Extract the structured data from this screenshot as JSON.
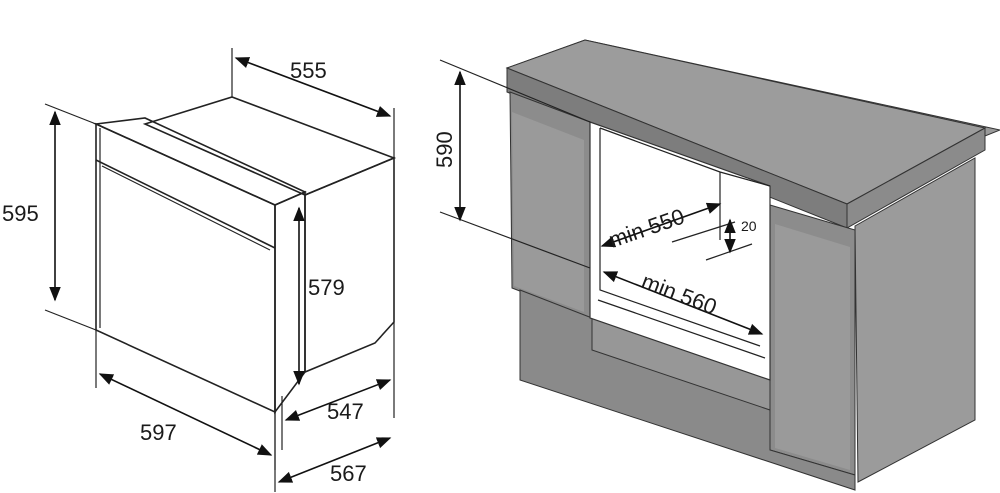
{
  "oven": {
    "dims": {
      "depth_top": "555",
      "height_total": "595",
      "height_front": "579",
      "width": "597",
      "depth_body": "547",
      "depth_total": "567"
    }
  },
  "cabinet": {
    "dims": {
      "height_opening": "590",
      "min_depth": "min 550",
      "min_width": "min 560",
      "vent_gap": "20"
    }
  }
}
